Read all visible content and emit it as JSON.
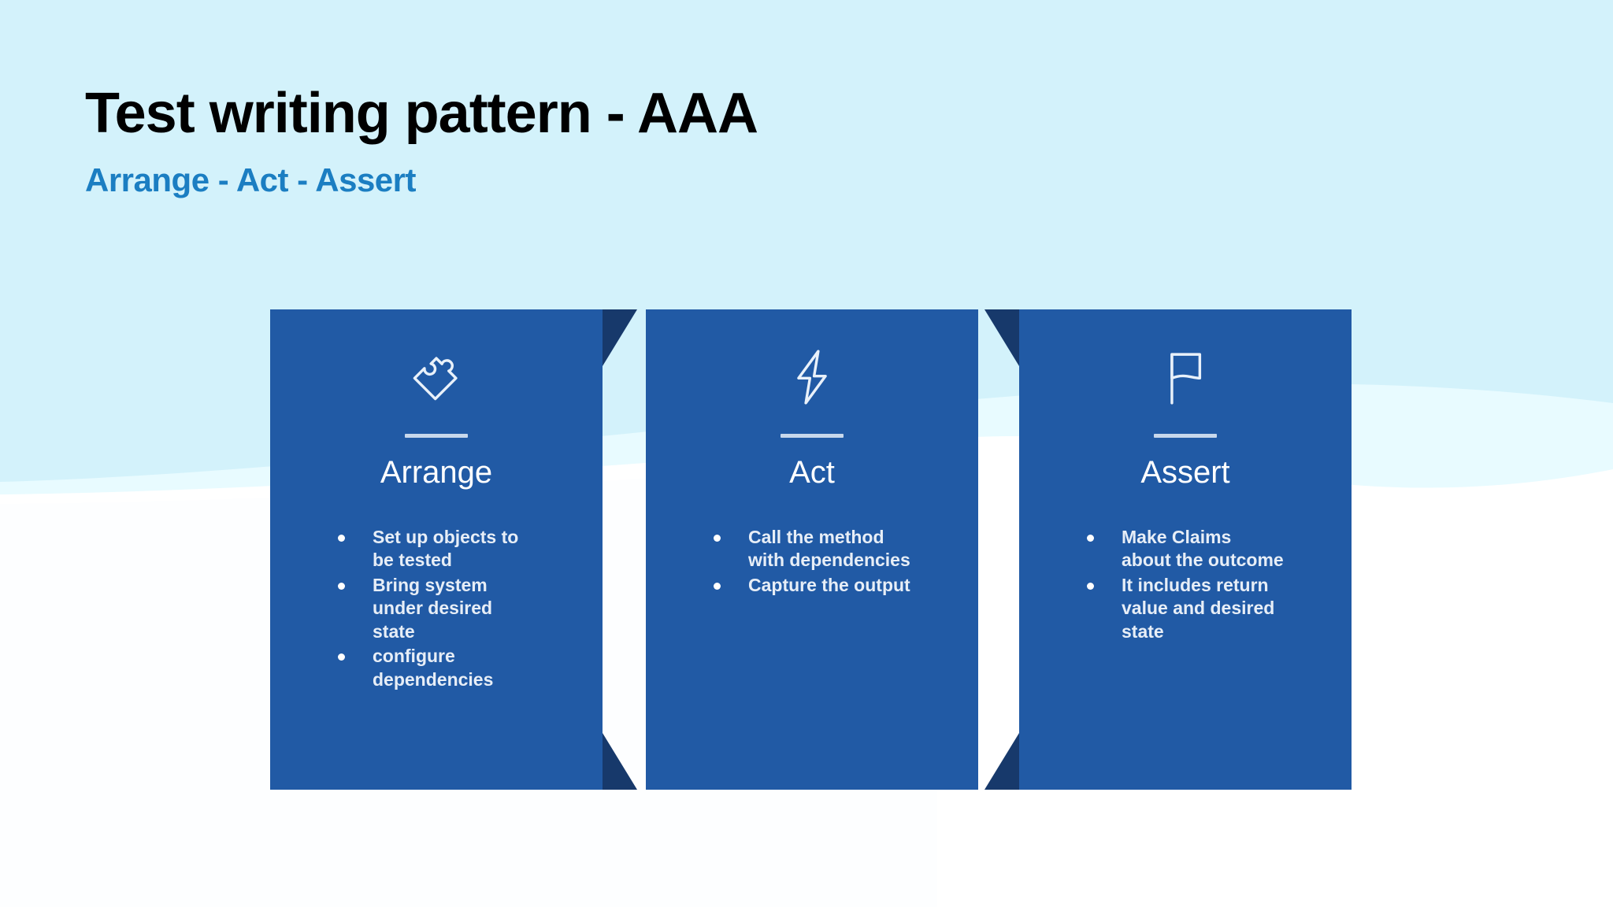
{
  "slide": {
    "title": "Test writing pattern - AAA",
    "subtitle": "Arrange - Act - Assert",
    "colors": {
      "background": "#d3f2fb",
      "card": "#215aa5",
      "fold": "#17396b",
      "title": "#000000",
      "subtitle": "#1b7ec2",
      "bullet_text": "#e7eef7",
      "divider": "#c8d8ec"
    }
  },
  "cards": [
    {
      "icon": "puzzle-piece-icon",
      "title": "Arrange",
      "bullets": [
        "Set up objects to be tested",
        "Bring system under desired state",
        "configure dependencies"
      ]
    },
    {
      "icon": "lightning-bolt-icon",
      "title": "Act",
      "bullets": [
        "Call the method with dependencies",
        "Capture the output"
      ]
    },
    {
      "icon": "flag-icon",
      "title": "Assert",
      "bullets": [
        "Make Claims about the outcome",
        "It includes return value and desired state"
      ]
    }
  ]
}
